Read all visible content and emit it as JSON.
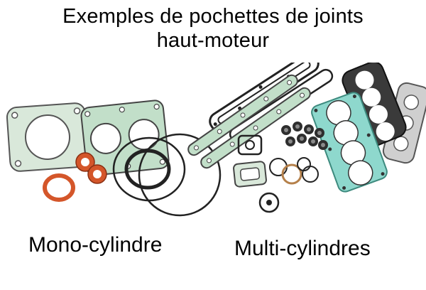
{
  "title": {
    "line1": "Exemples de pochettes de joints",
    "line2": "haut-moteur"
  },
  "captions": {
    "mono": "Mono-cylindre",
    "multi": "Multi-cylindres"
  },
  "colors": {
    "background": "#ffffff",
    "text": "#000000",
    "gasket_green": "#c2dfc9",
    "gasket_pale_green": "#d9e8da",
    "gasket_teal": "#8ed8cd",
    "ring_orange": "#d4562a",
    "line_dark": "#222222",
    "gasket_dark": "#3a3a3a",
    "gasket_gray": "#cfcfcf"
  }
}
